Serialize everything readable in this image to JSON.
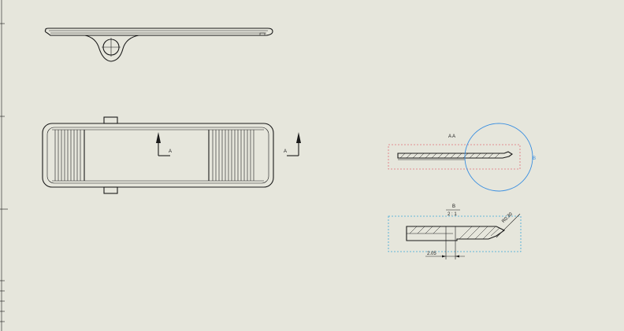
{
  "drawing": {
    "section_label_left": "A",
    "section_label_right": "A",
    "section_view_title": "A A",
    "detail_view_title_top": "B",
    "detail_view_title_bottom": "2 : 1",
    "dimension_small": "2.05",
    "dimension_diag": "R0.30",
    "detail_circle_label": "B",
    "colors": {
      "background": "#e6e6dc",
      "line": "#1a1a1a",
      "section_frame": "#e0707a",
      "detail_frame": "#3aa6d6",
      "detail_circle": "#3b8fe0"
    }
  }
}
